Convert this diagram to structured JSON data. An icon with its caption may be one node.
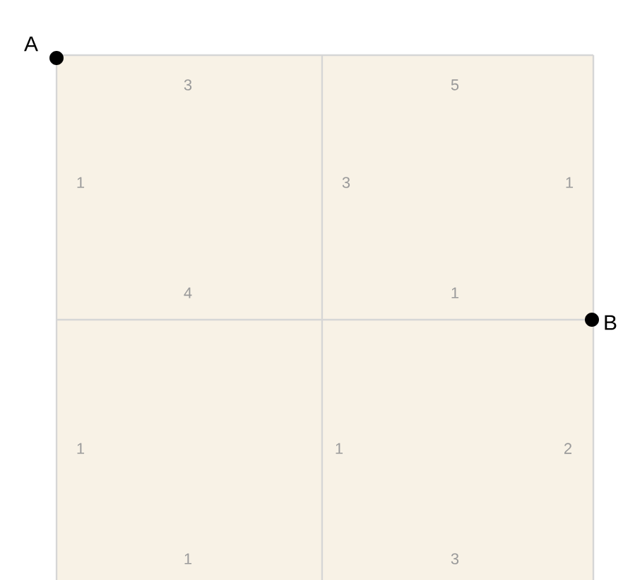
{
  "diagram": {
    "nodes": [
      {
        "text": [
          "A"
        ]
      },
      {
        "text": [
          "B"
        ]
      }
    ],
    "labels": [
      "3",
      "5",
      "1",
      "3",
      "1",
      "4",
      "1",
      "1",
      "1",
      "2",
      "1",
      "3"
    ]
  }
}
